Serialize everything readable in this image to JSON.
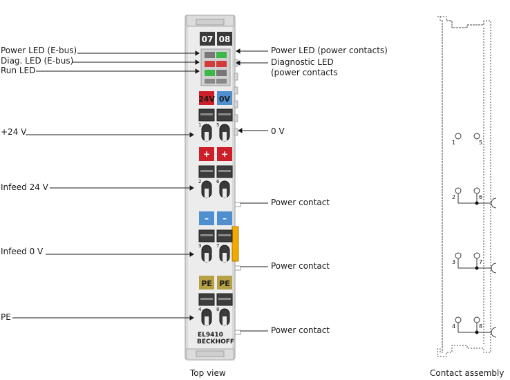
{
  "terminal": {
    "number_left": "07",
    "number_right": "08",
    "model": "EL9410",
    "brand": "BECKHOFF",
    "badge_24v": "24V",
    "badge_0v": "0V",
    "plus": "+",
    "minus": "–",
    "pe": "PE"
  },
  "labels_left": {
    "power_led_ebus": "Power LED (E-bus)",
    "diag_led_ebus": "Diag. LED (E-bus)",
    "run_led": "Run LED",
    "plus24v": "+24 V",
    "infeed24v": "Infeed 24 V",
    "infeed0v": "Infeed 0 V",
    "pe": "PE"
  },
  "labels_right": {
    "power_led_pc": "Power LED (power contacts)",
    "diag_led_line1": "Diagnostic LED",
    "diag_led_line2": "(power contacts",
    "zero_v": "0 V",
    "power_contact_1": "Power contact",
    "power_contact_2": "Power contact",
    "power_contact_3": "Power contact"
  },
  "captions": {
    "top_view": "Top view",
    "contact_assembly": "Contact assembly"
  },
  "contacts": {
    "n1": "1",
    "n2": "2",
    "n3": "3",
    "n4": "4",
    "n5": "5",
    "n6": "6",
    "n7": "7",
    "n8": "8"
  },
  "colors": {
    "red": "#cc1f2a",
    "blue": "#4f8fd0",
    "olive": "#b5a044",
    "orange": "#f2a900",
    "led_green": "#3cb84a",
    "led_red": "#d23b3b"
  }
}
